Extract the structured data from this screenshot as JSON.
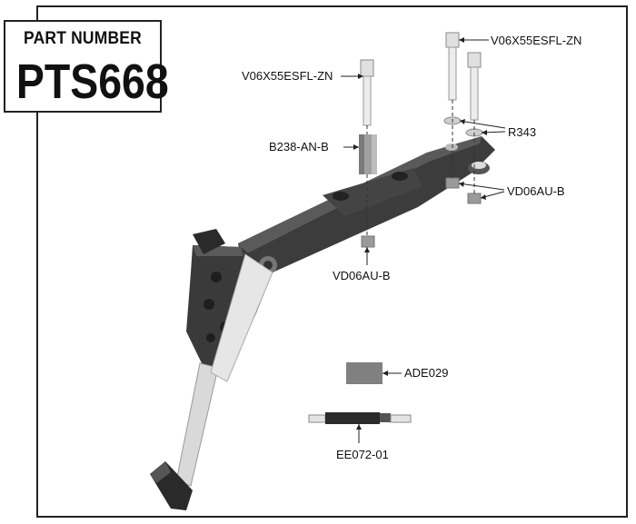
{
  "part_box": {
    "title": "PART NUMBER",
    "value": "PTS668"
  },
  "callouts": {
    "bolt_left": "V06X55ESFL-ZN",
    "bolt_right": "V06X55ESFL-ZN",
    "washer": "R343",
    "spacer": "B238-AN-B",
    "nuts_right": "VD06AU-B",
    "nut_center": "VD06AU-B",
    "adhesive": "ADE029",
    "cable": "EE072-01"
  },
  "colors": {
    "part_dark": "#3a3a3a",
    "part_mid": "#666666",
    "part_light": "#d7d7d7",
    "line": "#222222"
  }
}
